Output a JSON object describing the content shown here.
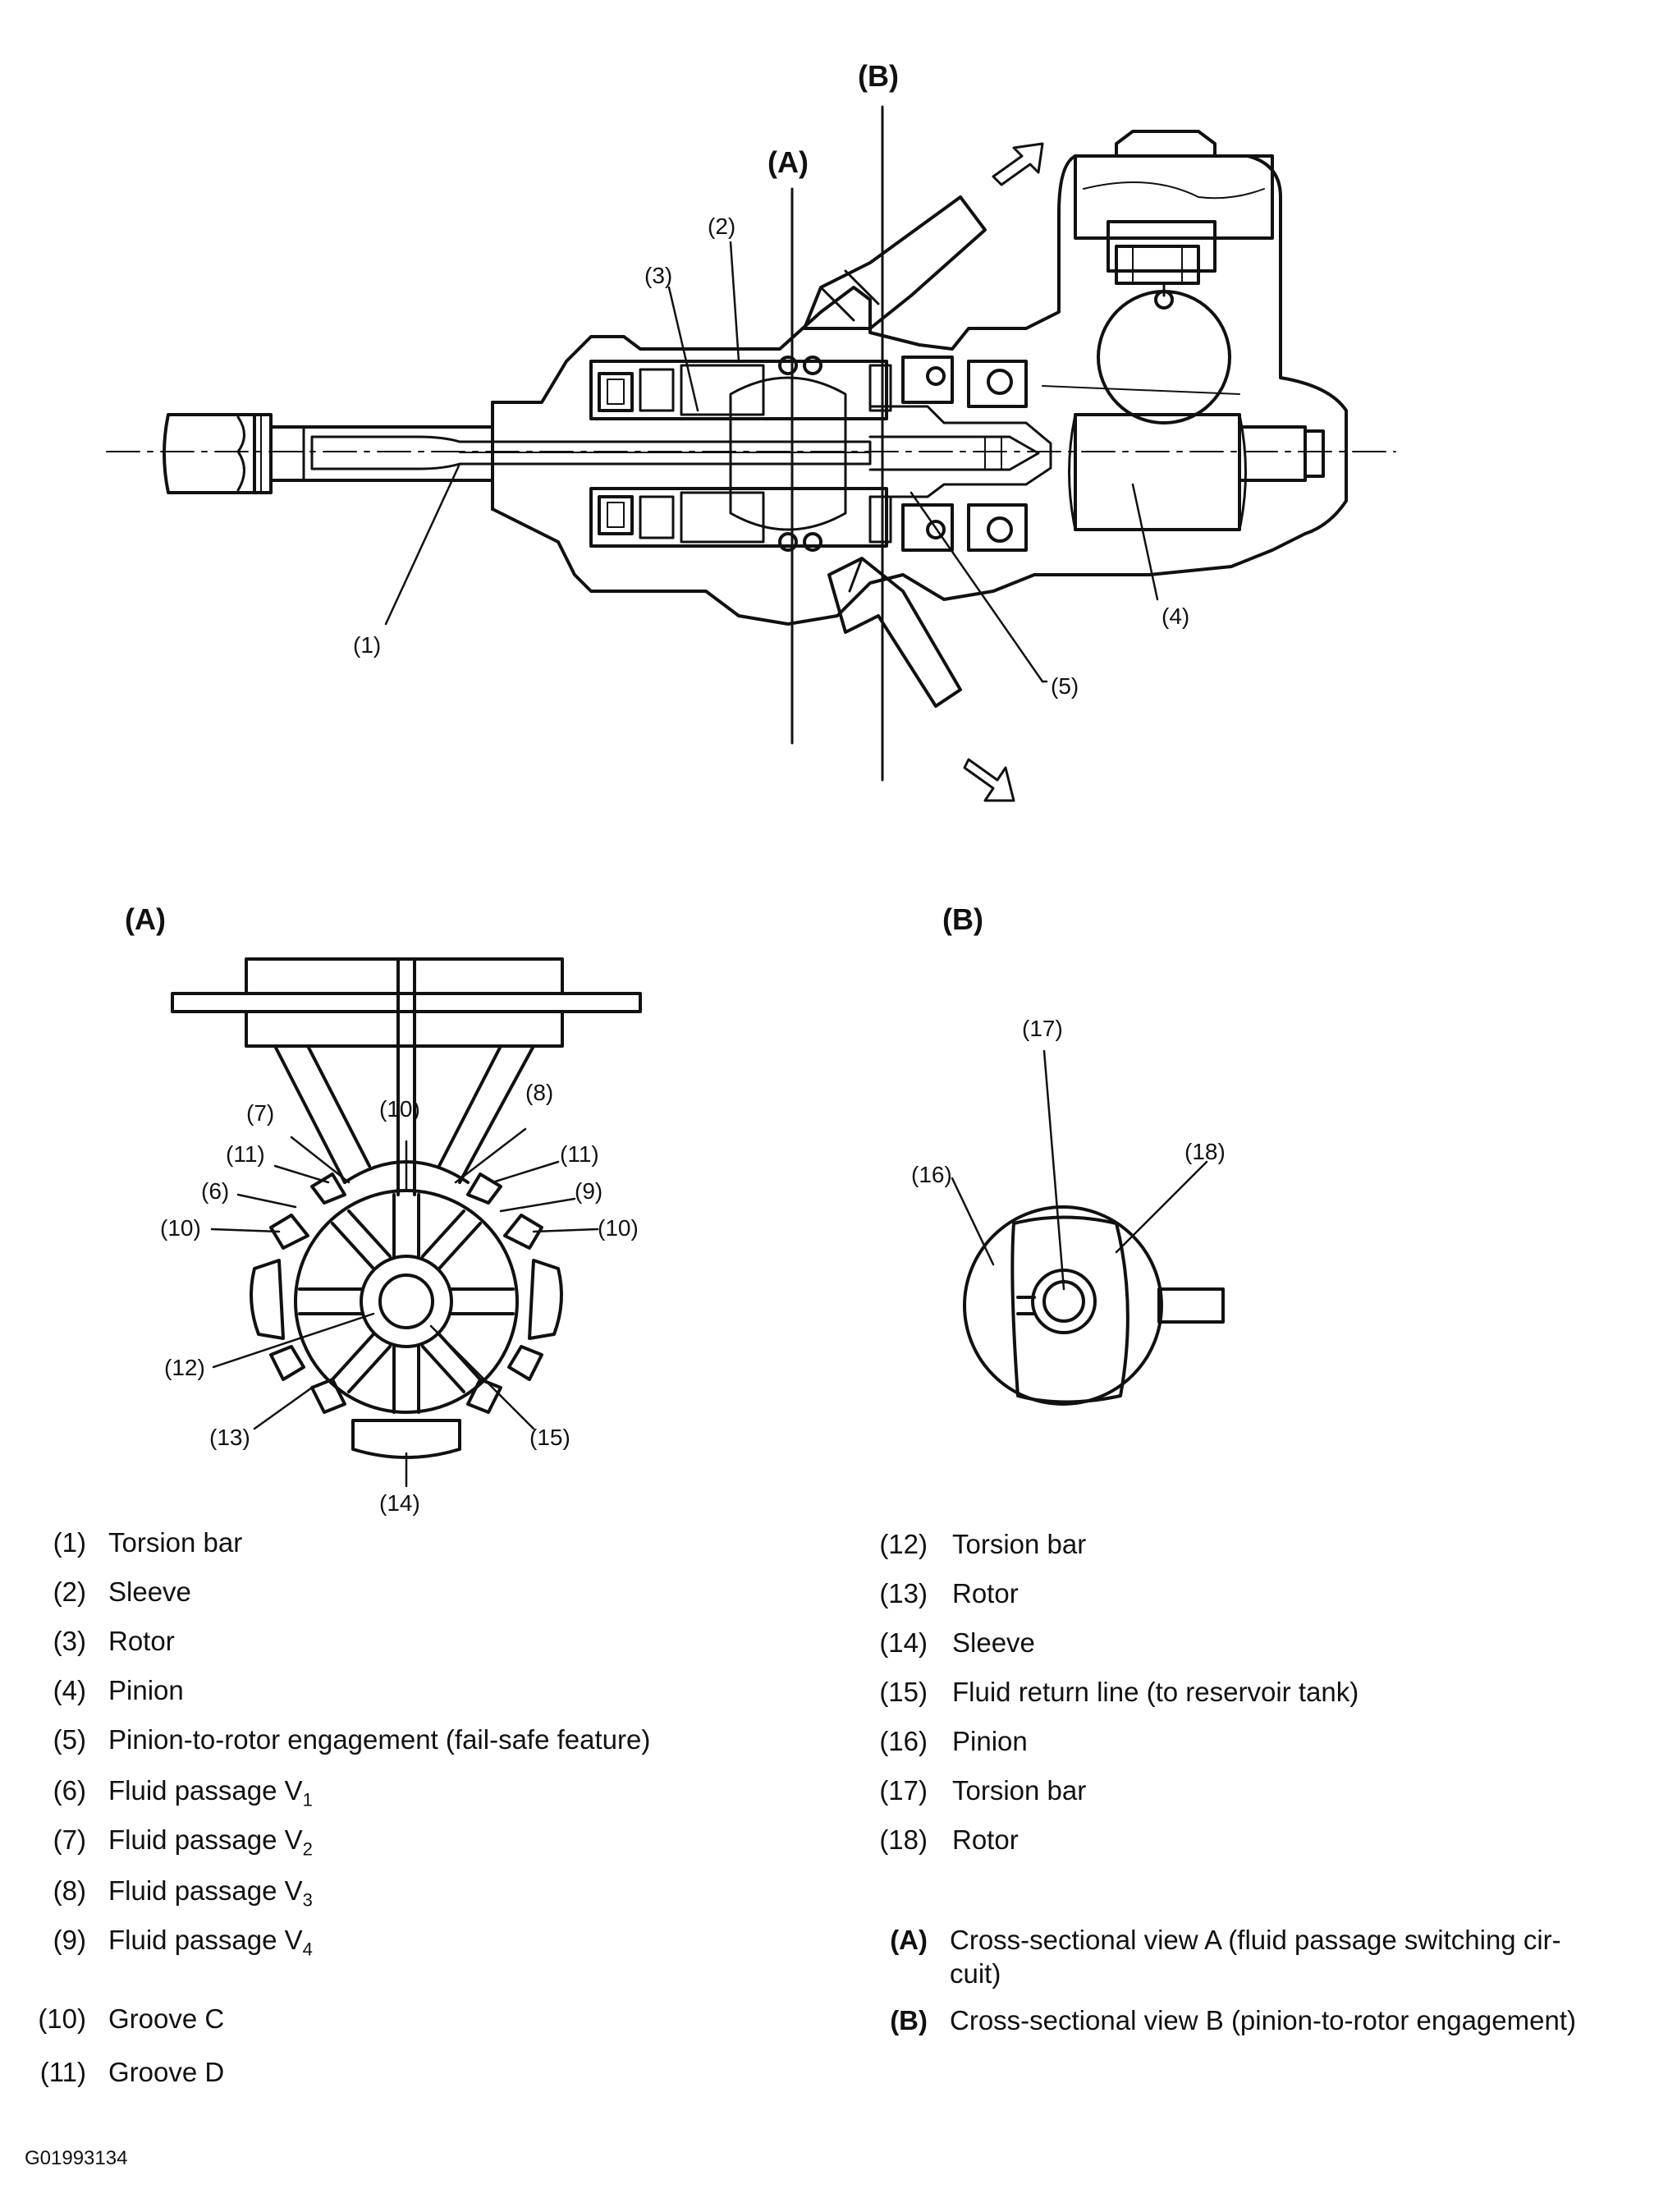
{
  "top_view": {
    "section_A_label": "(A)",
    "section_B_label": "(B)",
    "callouts": [
      "(1)",
      "(2)",
      "(3)",
      "(4)",
      "(5)"
    ]
  },
  "view_A": {
    "title": "(A)",
    "callouts": [
      "(7)",
      "(10)",
      "(8)",
      "(11)",
      "(11)",
      "(6)",
      "(9)",
      "(10)",
      "(10)",
      "(12)",
      "(13)",
      "(15)",
      "(14)"
    ]
  },
  "view_B": {
    "title": "(B)",
    "callouts": [
      "(17)",
      "(16)",
      "(18)"
    ]
  },
  "legend_left": [
    {
      "num": "(1)",
      "text": "Torsion bar",
      "sub": ""
    },
    {
      "num": "(2)",
      "text": "Sleeve",
      "sub": ""
    },
    {
      "num": "(3)",
      "text": "Rotor",
      "sub": ""
    },
    {
      "num": "(4)",
      "text": "Pinion",
      "sub": ""
    },
    {
      "num": "(5)",
      "text": "Pinion-to-rotor engagement (fail-safe feature)",
      "sub": ""
    },
    {
      "num": "(6)",
      "text": "Fluid passage V",
      "sub": "1"
    },
    {
      "num": "(7)",
      "text": "Fluid passage V",
      "sub": "2"
    },
    {
      "num": "(8)",
      "text": "Fluid passage V",
      "sub": "3"
    },
    {
      "num": "(9)",
      "text": "Fluid passage V",
      "sub": "4"
    },
    {
      "num": "(10)",
      "text": "Groove C",
      "sub": ""
    },
    {
      "num": "(11)",
      "text": "Groove D",
      "sub": ""
    }
  ],
  "legend_right": [
    {
      "num": "(12)",
      "text": "Torsion bar"
    },
    {
      "num": "(13)",
      "text": "Rotor"
    },
    {
      "num": "(14)",
      "text": "Sleeve"
    },
    {
      "num": "(15)",
      "text": "Fluid return line (to reservoir tank)"
    },
    {
      "num": "(16)",
      "text": "Pinion"
    },
    {
      "num": "(17)",
      "text": "Torsion bar"
    },
    {
      "num": "(18)",
      "text": "Rotor"
    }
  ],
  "legend_views": [
    {
      "num": "(A)",
      "line1": "Cross-sectional view A (fluid passage switching cir-",
      "line2": "cuit)"
    },
    {
      "num": "(B)",
      "line1": "Cross-sectional view B (pinion-to-rotor engagement)",
      "line2": ""
    }
  ],
  "figure_code": "G01993134"
}
